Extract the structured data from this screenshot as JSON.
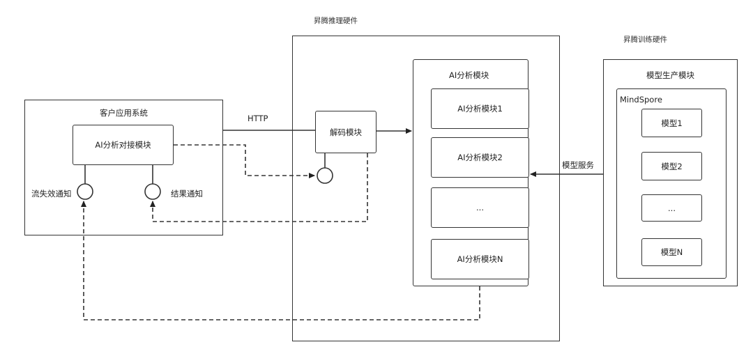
{
  "hardware": {
    "inference_title": "昇腾推理硬件",
    "training_title": "昇腾训练硬件"
  },
  "client": {
    "title": "客户应用系统",
    "docking_module": "AI分析对接模块",
    "stream_failure_notice": "流失效通知",
    "result_notice": "结果通知"
  },
  "connection": {
    "http": "HTTP",
    "model_service": "模型服务"
  },
  "decode": {
    "label": "解码模块"
  },
  "ai_analysis": {
    "title": "AI分析模块",
    "modules": [
      "AI分析模块1",
      "AI分析模块2",
      "...",
      "AI分析模块N"
    ]
  },
  "model_production": {
    "title": "模型生产模块",
    "framework": "MindSpore",
    "models": [
      "模型1",
      "模型2",
      "...",
      "模型N"
    ]
  }
}
